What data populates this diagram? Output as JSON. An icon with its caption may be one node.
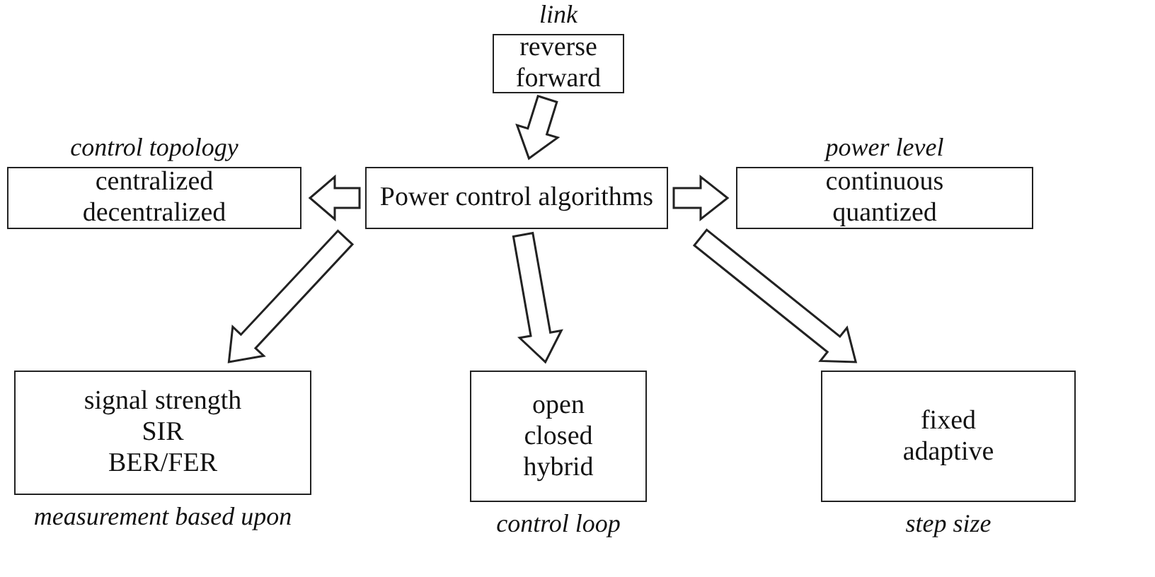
{
  "diagram": {
    "nodes": [
      {
        "text": [
          "Power control algorithms"
        ]
      },
      {
        "text": [
          "link",
          "reverse",
          "forward"
        ]
      },
      {
        "text": [
          "control topology",
          "centralized",
          "decentralized"
        ]
      },
      {
        "text": [
          "power level",
          "continuous",
          "quantized"
        ]
      },
      {
        "text": [
          "signal strength",
          "SIR",
          "BER/FER",
          "measurement based upon"
        ]
      },
      {
        "text": [
          "open",
          "closed",
          "hybrid",
          "control loop"
        ]
      },
      {
        "text": [
          "fixed",
          "adaptive",
          "step size"
        ]
      }
    ],
    "edges": [
      {
        "from": 1,
        "to": 0,
        "arrow": "to"
      },
      {
        "from": 0,
        "to": 2,
        "arrow": "to"
      },
      {
        "from": 0,
        "to": 3,
        "arrow": "to"
      },
      {
        "from": 0,
        "to": 4,
        "arrow": "to"
      },
      {
        "from": 0,
        "to": 5,
        "arrow": "to"
      },
      {
        "from": 0,
        "to": 6,
        "arrow": "to"
      }
    ]
  }
}
